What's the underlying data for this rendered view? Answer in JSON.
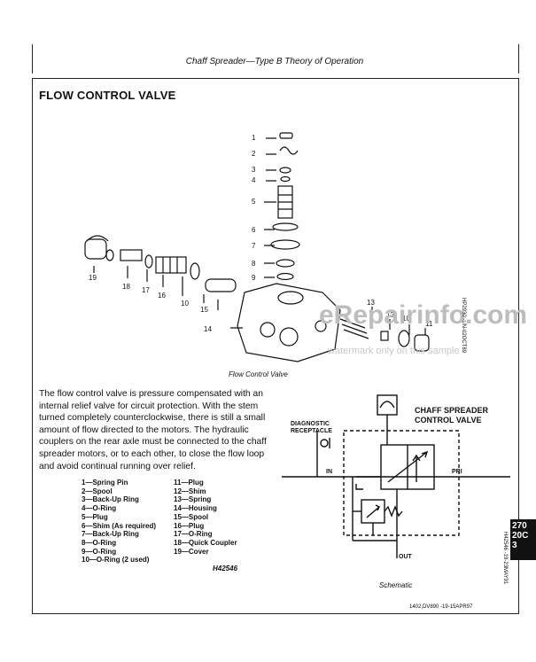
{
  "header": {
    "section_title": "Chaff Spreader—Type B Theory of Operation"
  },
  "page_title": "FLOW CONTROL VALVE",
  "figure": {
    "caption": "Flow Control Valve",
    "side_code": "HP2930 -UN-02OCT89",
    "callouts": [
      "1",
      "2",
      "3",
      "4",
      "5",
      "6",
      "7",
      "8",
      "9",
      "10",
      "11",
      "12",
      "13",
      "14",
      "15",
      "16",
      "17",
      "18",
      "19",
      "10"
    ]
  },
  "watermark": {
    "main": "eRepairinfo.com",
    "sub": "watermark only on this sample"
  },
  "description": "The flow control valve is pressure compensated with an internal relief valve for circuit protection. With the stem turned completely counterclockwise, there is still a small amount of flow directed to the motors. The hydraulic couplers on the rear axle must be connected to the chaff spreader motors, or to each other, to close the flow loop and avoid continual running over relief.",
  "legend_left": [
    "1—Spring Pin",
    "2—Spool",
    "3—Back-Up Ring",
    "4—O-Ring",
    "5—Plug",
    "6—Shim (As required)",
    "7—Back-Up Ring",
    "8—O-Ring",
    "9—O-Ring",
    "10—O-Ring (2 used)"
  ],
  "legend_right": [
    "11—Plug",
    "12—Shim",
    "13—Spring",
    "14—Housing",
    "15—Spool",
    "16—Plug",
    "17—O-Ring",
    "18—Quick Coupler",
    "19—Cover"
  ],
  "schematic": {
    "title_line1": "CHAFF SPREADER",
    "title_line2": "CONTROL VALVE",
    "diag_line1": "DIAGNOSTIC",
    "diag_line2": "RECEPTACLE",
    "in_label": "IN",
    "pri_label": "PRI",
    "out_label": "OUT",
    "drawing_code": "H42546",
    "caption": "Schematic",
    "side_code": "H42546 -19-23MAY91"
  },
  "footer": "1402,DV890    -19-15APR97",
  "tab": {
    "line1": "270",
    "line2": "20C",
    "line3": "3"
  }
}
